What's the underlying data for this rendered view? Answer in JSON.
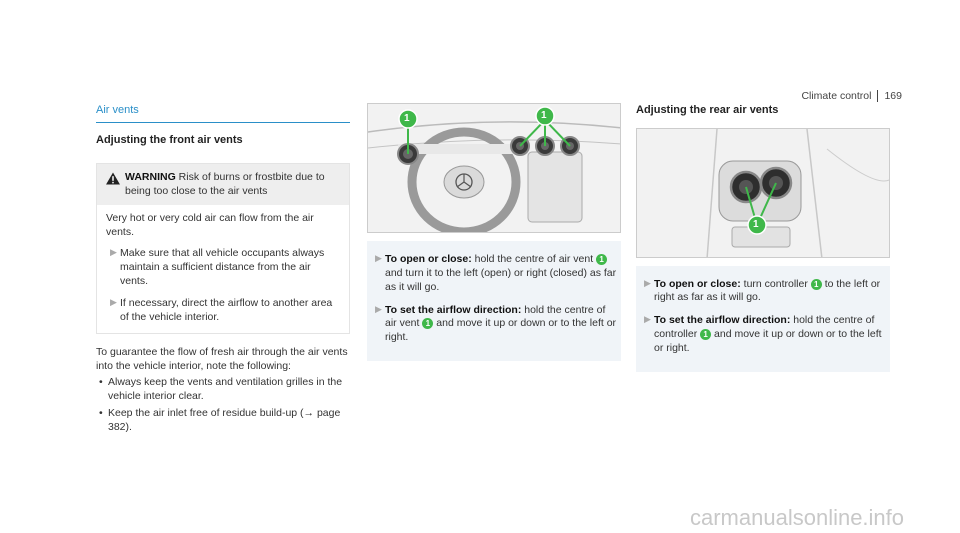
{
  "header": {
    "section": "Climate control",
    "page_number": "169"
  },
  "col1": {
    "section_title": "Air vents",
    "heading": "Adjusting the front air vents",
    "warning": {
      "label": "WARNING",
      "title": "Risk of burns or frostbite due to being too close to the air vents",
      "body": "Very hot or very cold air can flow from the air vents.",
      "steps": [
        "Make sure that all vehicle occupants always maintain a sufficient distance from the air vents.",
        "If necessary, direct the airflow to another area of the vehicle interior."
      ]
    },
    "paragraph": "To guarantee the flow of fresh air through the air vents into the vehicle interior, note the following:",
    "bullets": [
      "Always keep the vents and ventilation grilles in the vehicle interior clear.",
      "Keep the air inlet free of residue build-up (→ page 382)."
    ]
  },
  "col2": {
    "badge": "1",
    "step1": {
      "label": "To open or close:",
      "a": "hold the centre of air vent",
      "b": "and turn it to the left (open) or right (closed) as far as it will go."
    },
    "step2": {
      "label": "To set the airflow direction:",
      "a": "hold the centre of air vent",
      "b": "and move it up or down or to the left or right."
    }
  },
  "col3": {
    "heading": "Adjusting the rear air vents",
    "badge": "1",
    "step1": {
      "label": "To open or close:",
      "a": "turn controller",
      "b": "to the left or right as far as it will go."
    },
    "step2": {
      "label": "To set the airflow direction:",
      "a": "hold the centre of controller",
      "b": "and move it up or down or to the left or right."
    }
  },
  "watermark": "carmanualsonline.info",
  "colors": {
    "accent": "#2a8fc8",
    "badge": "#3fb84a"
  }
}
